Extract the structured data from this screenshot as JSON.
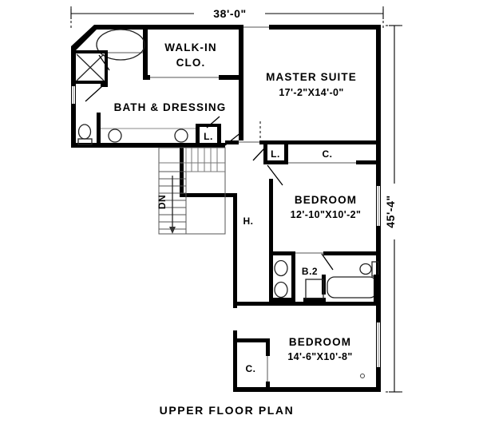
{
  "plan": {
    "caption": "UPPER FLOOR PLAN",
    "dimensions": {
      "overall_width": "38'-0\"",
      "overall_height": "45'-4\""
    },
    "rooms": [
      {
        "id": "master-suite",
        "name": "MASTER SUITE",
        "size": "17'-2\"X14'-0\""
      },
      {
        "id": "walk-in-closet",
        "name_line1": "WALK-IN",
        "name_line2": "CLO."
      },
      {
        "id": "bath-and-dressing",
        "name": "BATH & DRESSING"
      },
      {
        "id": "bedroom-2",
        "name": "BEDROOM",
        "size": "12'-10\"X10'-2\""
      },
      {
        "id": "bedroom-3",
        "name": "BEDROOM",
        "size": "14'-6\"X10'-8\""
      },
      {
        "id": "bath-2",
        "name": "B.2"
      },
      {
        "id": "hall",
        "name": "H."
      },
      {
        "id": "stairs",
        "name": "DN"
      }
    ],
    "annotations": [
      {
        "id": "linen-master",
        "label": "L."
      },
      {
        "id": "linen-hall",
        "label": "L."
      },
      {
        "id": "closet-bed2",
        "label": "C."
      },
      {
        "id": "closet-bed3",
        "label": "C."
      }
    ]
  }
}
